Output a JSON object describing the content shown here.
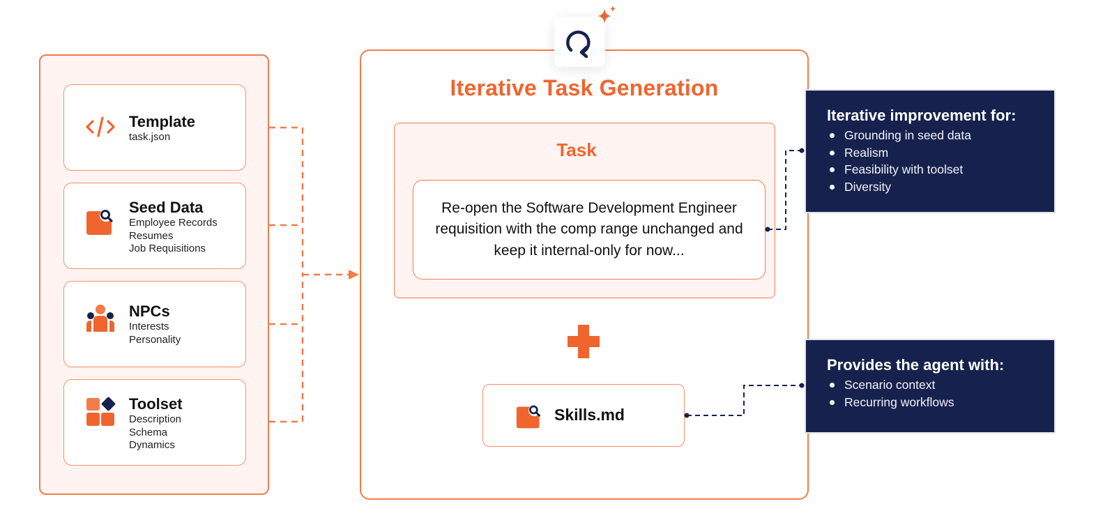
{
  "title": "Iterative Task Generation",
  "colors": {
    "accent": "#f0652e",
    "border": "#f47b4a",
    "panel_fill": "#fff4f1",
    "navy": "#16224d"
  },
  "inputs": [
    {
      "title": "Template",
      "lines": [
        "task.json"
      ],
      "icon": "code-icon"
    },
    {
      "title": "Seed Data",
      "lines": [
        "Employee Records",
        "Resumes",
        "Job Requisitions"
      ],
      "icon": "document-search-icon"
    },
    {
      "title": "NPCs",
      "lines": [
        "Interests",
        "Personality"
      ],
      "icon": "people-group-icon"
    },
    {
      "title": "Toolset",
      "lines": [
        "Description",
        "Schema",
        "Dynamics"
      ],
      "icon": "tool-blocks-icon"
    }
  ],
  "center": {
    "logo_icon": "refresh-sparkle-icon",
    "task_title": "Task",
    "task_text": "Re-open the Software Development Engineer requisition with the comp range unchanged and keep it internal-only for now...",
    "plus_icon": "plus-icon",
    "skills_label": "Skills.md",
    "skills_icon": "document-search-icon"
  },
  "callouts": [
    {
      "title": "Iterative improvement for:",
      "items": [
        "Grounding in seed data",
        "Realism",
        "Feasibility with toolset",
        "Diversity"
      ]
    },
    {
      "title": "Provides the agent with:",
      "items": [
        "Scenario context",
        "Recurring workflows"
      ]
    }
  ]
}
